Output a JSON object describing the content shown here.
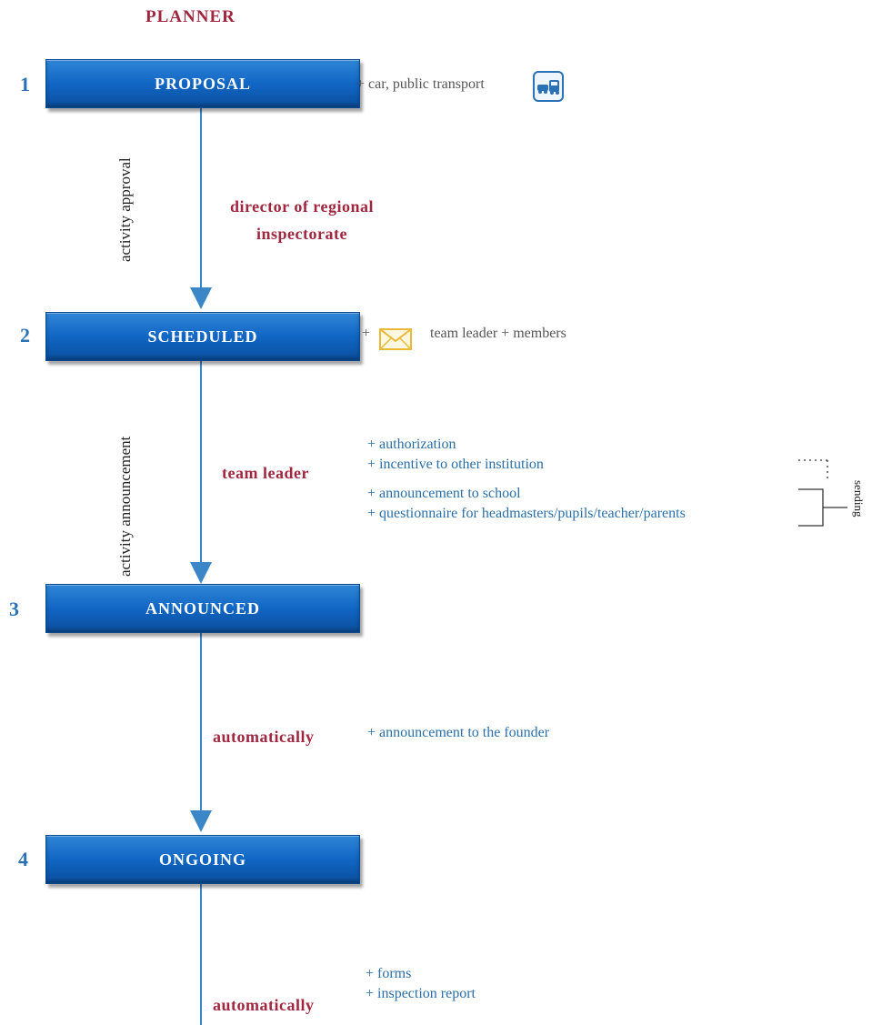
{
  "title": "PLANNER",
  "states": [
    {
      "number": "1",
      "label": "PROPOSAL"
    },
    {
      "number": "2",
      "label": "SCHEDULED"
    },
    {
      "number": "3",
      "label": "ANNOUNCED"
    },
    {
      "number": "4",
      "label": "ONGOING"
    }
  ],
  "transitions": [
    {
      "side_label": "activity approval",
      "actor_line1": "director of regional",
      "actor_line2": "inspectorate"
    },
    {
      "side_label": "activity announcement",
      "actor": "team leader"
    },
    {
      "actor": "automatically"
    },
    {
      "actor": "automatically"
    }
  ],
  "notes": {
    "proposal": "+ car, public transport",
    "scheduled_plus": "+",
    "scheduled": "team leader + members",
    "team_leader_items": [
      "+ authorization",
      "+ incentive to other institution",
      "+ announcement to school",
      "+ questionnaire for headmasters/pupils/teacher/parents"
    ],
    "sending": "sending",
    "announced": "+ announcement to the founder",
    "ongoing_items": [
      "+ forms",
      "+ inspection report"
    ]
  },
  "icons": {
    "transport": "car-bus-icon",
    "mail": "envelope-icon"
  },
  "colors": {
    "box_blue": "#1166c4",
    "actor_red": "#a0273f",
    "note_blue": "#2a6fa8",
    "arrow_blue": "#3b86c6"
  }
}
